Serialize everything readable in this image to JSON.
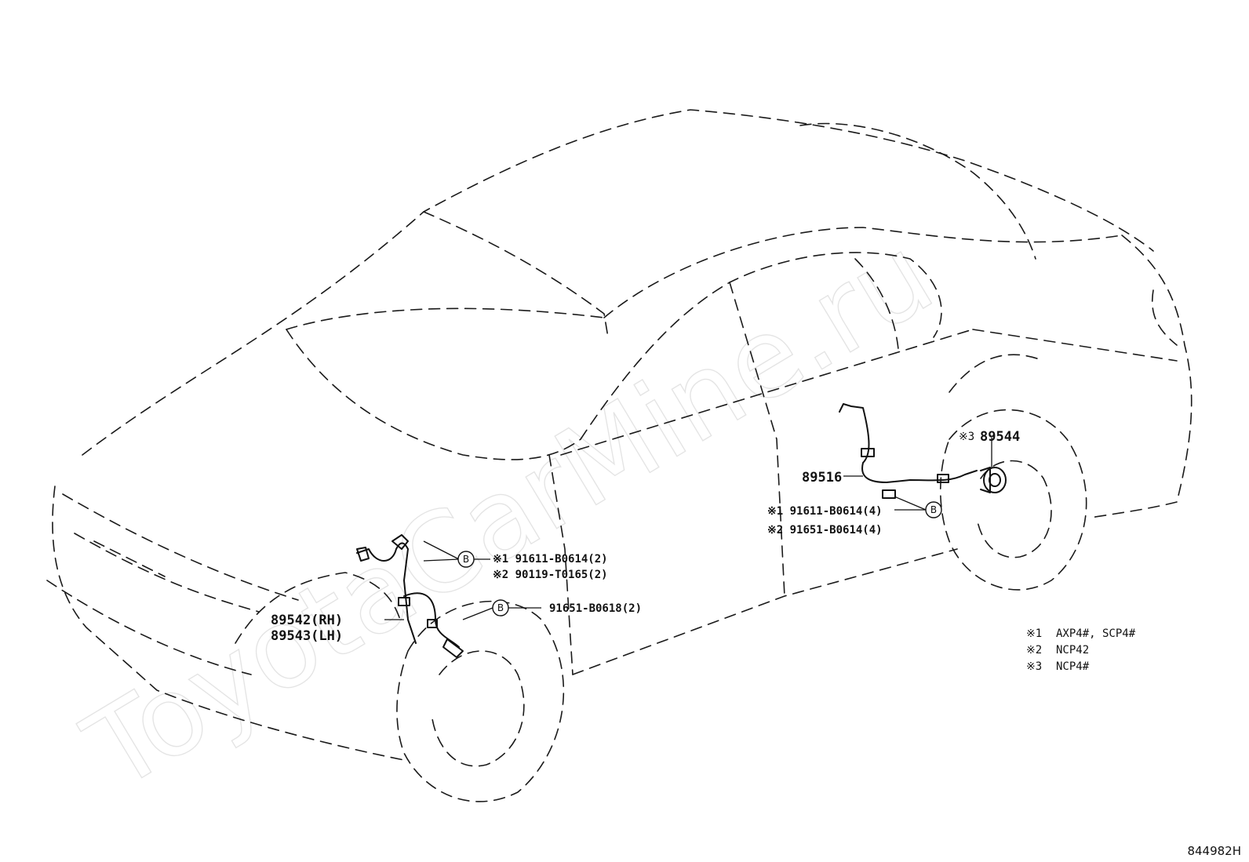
{
  "watermark": "ToyotaCarMine.ru",
  "figure_code": "844982H",
  "badge_letter": "B",
  "callouts": {
    "front_sensor_rh": "89542(RH)",
    "front_sensor_lh": "89543(LH)",
    "front_bolt_1": "※1 91611-B0614(2)",
    "front_bolt_2": "※2 90119-T0165(2)",
    "front_bolt_3": "91651-B0618(2)",
    "rear_sensor": "89516",
    "rear_rotor_mark": "※3",
    "rear_rotor": "89544",
    "rear_bolt_1": "※1 91611-B0614(4)",
    "rear_bolt_2": "※2 91651-B0614(4)"
  },
  "notes": [
    {
      "mark": "※1",
      "text": "AXP4#, SCP4#"
    },
    {
      "mark": "※2",
      "text": "NCP42"
    },
    {
      "mark": "※3",
      "text": "NCP4#"
    }
  ]
}
